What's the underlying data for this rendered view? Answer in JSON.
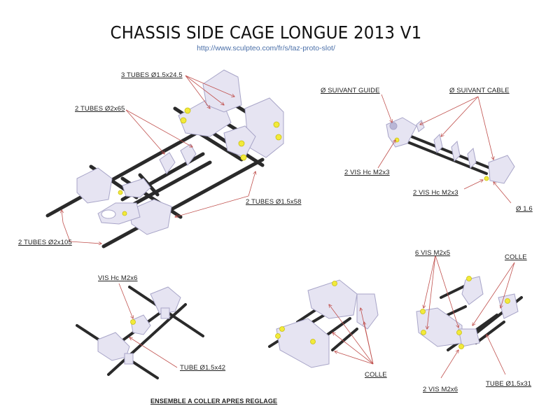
{
  "header": {
    "title": "CHASSIS SIDE CAGE LONGUE 2013 V1",
    "url": "http://www.sculpteo.com/fr/s/taz-proto-slot/"
  },
  "main_assembly": {
    "labels": {
      "tubes_3": "3 TUBES  Ø1.5x24.5",
      "tubes_2x65": "2 TUBES  Ø2x65",
      "tubes_1_5x58": "2 TUBES  Ø1.5x58",
      "tubes_2x105": "2 TUBES  Ø2x105"
    }
  },
  "guide_assembly": {
    "labels": {
      "suivant_guide": "Ø SUIVANT  GUIDE",
      "suivant_cable": "Ø SUIVANT  CABLE",
      "vis_left": "2 VIS Hc M2x3",
      "vis_right": "2 VIS Hc M2x3",
      "diameter": "Ø 1.6"
    }
  },
  "bottom_left": {
    "labels": {
      "vis": "VIS Hc M2x6",
      "tube": "TUBE  Ø1.5x42",
      "caption": "ENSEMBLE  A COLLER APRES REGLAGE"
    }
  },
  "bottom_center": {
    "labels": {
      "colle": "COLLE"
    }
  },
  "bottom_right": {
    "labels": {
      "vis6": "6 VIS M2x5",
      "colle": "COLLE",
      "vis2": "2 VIS M2x6",
      "tube": "TUBE  Ø1.5x31"
    }
  },
  "colors": {
    "tube": "#2a2a2a",
    "part": "#e6e4f2",
    "part_shade": "#b9b6d6",
    "screw": "#f2ea3a",
    "leader": "#c0504d"
  }
}
